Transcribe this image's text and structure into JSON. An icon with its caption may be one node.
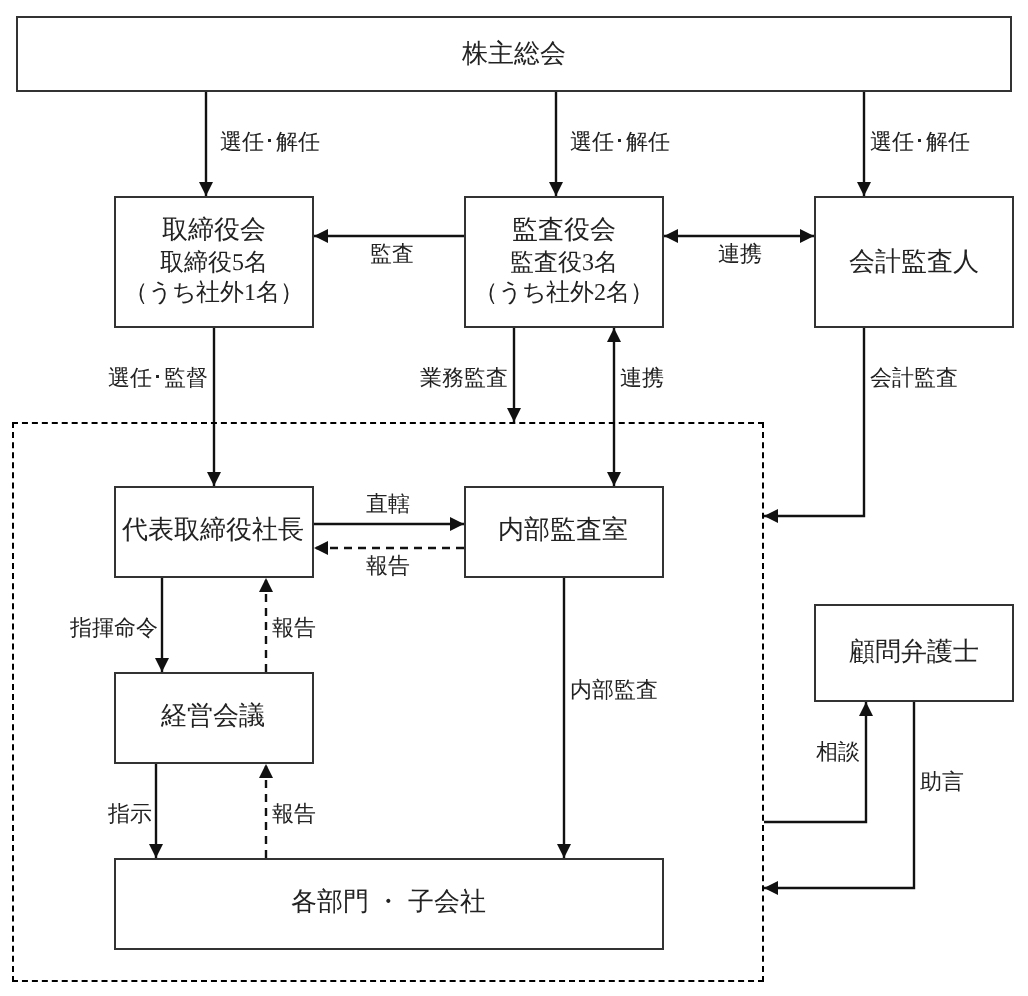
{
  "diagram": {
    "nodes": [
      {
        "text": [
          "株主総会"
        ]
      },
      {
        "text": [
          "取締役会",
          "取締役5名",
          "（うち社外1名）"
        ]
      },
      {
        "text": [
          "監査役会",
          "監査役3名",
          "（うち社外2名）"
        ]
      },
      {
        "text": [
          "会計監査人"
        ]
      },
      {
        "text": [],
        "shape": "box"
      },
      {
        "text": [
          "代表取締役社長"
        ],
        "in": 4
      },
      {
        "text": [
          "内部監査室"
        ],
        "in": 4
      },
      {
        "text": [
          "経営会議"
        ],
        "in": 4
      },
      {
        "text": [
          "各部門 ・ 子会社"
        ],
        "in": 4
      },
      {
        "text": [
          "顧問弁護士"
        ]
      }
    ],
    "edges": [
      {
        "from": 0,
        "to": 1,
        "arrow": "to",
        "label": "選任･解任"
      },
      {
        "from": 0,
        "to": 2,
        "arrow": "to",
        "label": "選任･解任"
      },
      {
        "from": 0,
        "to": 3,
        "arrow": "to",
        "label": "選任･解任"
      },
      {
        "from": 2,
        "to": 1,
        "arrow": "to",
        "label": "監査"
      },
      {
        "from": 2,
        "to": 3,
        "arrow": "both",
        "label": "連携"
      },
      {
        "from": 1,
        "to": 5,
        "arrow": "to",
        "label": "選任･監督"
      },
      {
        "from": 2,
        "to": 4,
        "arrow": "to",
        "label": "業務監査"
      },
      {
        "from": 6,
        "to": 2,
        "arrow": "both",
        "label": "連携"
      },
      {
        "from": 3,
        "to": 4,
        "arrow": "to",
        "label": "会計監査"
      },
      {
        "from": 5,
        "to": 6,
        "arrow": "to",
        "label": "直轄"
      },
      {
        "from": 6,
        "to": 5,
        "arrow": "to",
        "label": "報告",
        "style": "dashed"
      },
      {
        "from": 5,
        "to": 7,
        "arrow": "to",
        "label": "指揮命令"
      },
      {
        "from": 7,
        "to": 5,
        "arrow": "to",
        "label": "報告",
        "style": "dashed"
      },
      {
        "from": 7,
        "to": 8,
        "arrow": "to",
        "label": "指示"
      },
      {
        "from": 8,
        "to": 7,
        "arrow": "to",
        "label": "報告",
        "style": "dashed"
      },
      {
        "from": 6,
        "to": 8,
        "arrow": "to",
        "label": "内部監査"
      },
      {
        "from": 4,
        "to": 9,
        "arrow": "to",
        "label": "相談"
      },
      {
        "from": 9,
        "to": 4,
        "arrow": "to",
        "label": "助言"
      }
    ]
  }
}
